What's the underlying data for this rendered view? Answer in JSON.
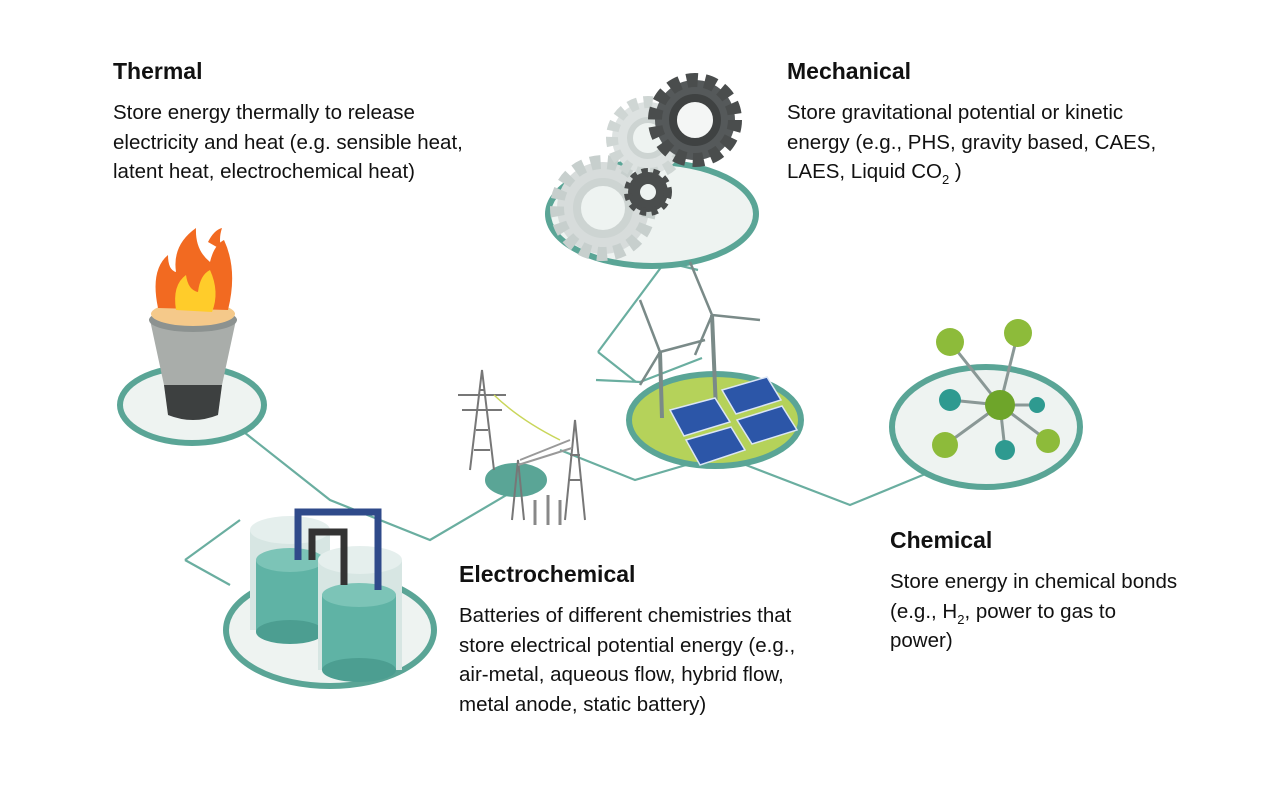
{
  "colors": {
    "line": "#6aaea0",
    "ring": "#5aa596",
    "ring_fill": "#eef3f1",
    "tank": "#5fb3a5",
    "pad_green": "#b5d25a",
    "solar": "#2c56a8",
    "gear_dark": "#4a4d4d",
    "gear_light": "#cfd6d4",
    "node_green": "#8dbb3a",
    "node_teal": "#2e9a90",
    "flame_orange": "#f26a21",
    "flame_yellow": "#ffcc2a"
  },
  "sections": {
    "thermal": {
      "title": "Thermal",
      "desc": "Store energy thermally to release electricity and heat (e.g. sensible heat, latent heat, electrochemical heat)"
    },
    "mechanical": {
      "title": "Mechanical",
      "desc_pre": "Store gravitational potential or kinetic energy (e.g., PHS, gravity based, CAES, LAES, Liquid CO",
      "desc_sub": "2",
      "desc_post": " )"
    },
    "electrochemical": {
      "title": "Electrochemical",
      "desc": "Batteries of different chemistries that store electrical potential energy (e.g., air-metal, aqueous flow, hybrid flow, metal anode, static battery)"
    },
    "chemical": {
      "title": "Chemical",
      "desc_pre": "Store energy in chemical bonds (e.g., H",
      "desc_sub": "2",
      "desc_post": ", power to gas to power)"
    }
  },
  "icons": [
    "flame-icon",
    "gear-icon",
    "battery-tanks-icon",
    "power-tower-icon",
    "wind-turbine-icon",
    "solar-panel-icon",
    "molecule-icon"
  ]
}
